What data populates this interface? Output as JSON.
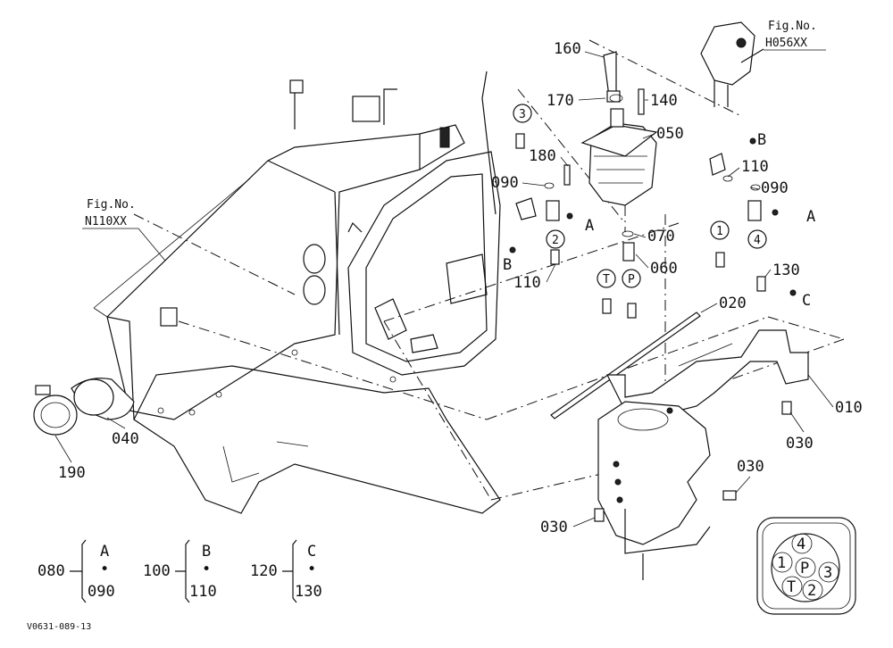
{
  "figure_refs": [
    {
      "title": "Fig.No.",
      "code": "H056XX"
    },
    {
      "title": "Fig.No.",
      "code": "N110XX"
    }
  ],
  "part_numbers": {
    "p010": "010",
    "p020": "020",
    "p030a": "030",
    "p030b": "030",
    "p030c": "030",
    "p040": "040",
    "p050": "050",
    "p060": "060",
    "p070": "070",
    "p090a": "090",
    "p090b": "090",
    "p110a": "110",
    "p110b": "110",
    "p130": "130",
    "p140": "140",
    "p160": "160",
    "p170": "170",
    "p180": "180",
    "p190": "190"
  },
  "port_letters": {
    "b1": "B",
    "b2": "B",
    "a1": "A",
    "a2": "A",
    "c1": "C"
  },
  "port_circles": {
    "c3": "3",
    "c2": "2",
    "c1": "1",
    "c4": "4",
    "ct": "T",
    "cp": "P"
  },
  "legend": [
    {
      "part": "080",
      "top": "A",
      "dot": "•",
      "bottom": "090"
    },
    {
      "part": "100",
      "top": "B",
      "dot": "•",
      "bottom": "110"
    },
    {
      "part": "120",
      "top": "C",
      "dot": "•",
      "bottom": "130"
    }
  ],
  "port_diagram": {
    "n4": "4",
    "n1": "1",
    "nP": "P",
    "n3": "3",
    "nT": "T",
    "n2": "2"
  },
  "drawing_code": "V0631-089-13"
}
